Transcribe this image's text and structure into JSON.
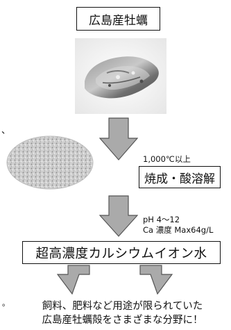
{
  "title_box": {
    "label": "広島産牡蠣"
  },
  "process_box": {
    "label": "焼成・酸溶解"
  },
  "product_box": {
    "label": "超高濃度カルシウムイオン水"
  },
  "notes": {
    "temperature": "1,000℃以上",
    "ph": "pH 4〜12",
    "ca": "Ca 濃度 Max64g/L"
  },
  "margin_marks": {
    "left_top": "、",
    "left_bottom": "。"
  },
  "footer": {
    "line1": "飼料、肥料など用途が限られていた",
    "line2": "広島産牡蠣殻をさまざまな分野に！"
  },
  "colors": {
    "arrow_fill": "#aaaaaa",
    "arrow_stroke": "#555555",
    "border": "#111111"
  },
  "icons": {
    "oyster_photo": "oyster-shell-photo",
    "powder_photo": "calcined-powder-photo"
  }
}
